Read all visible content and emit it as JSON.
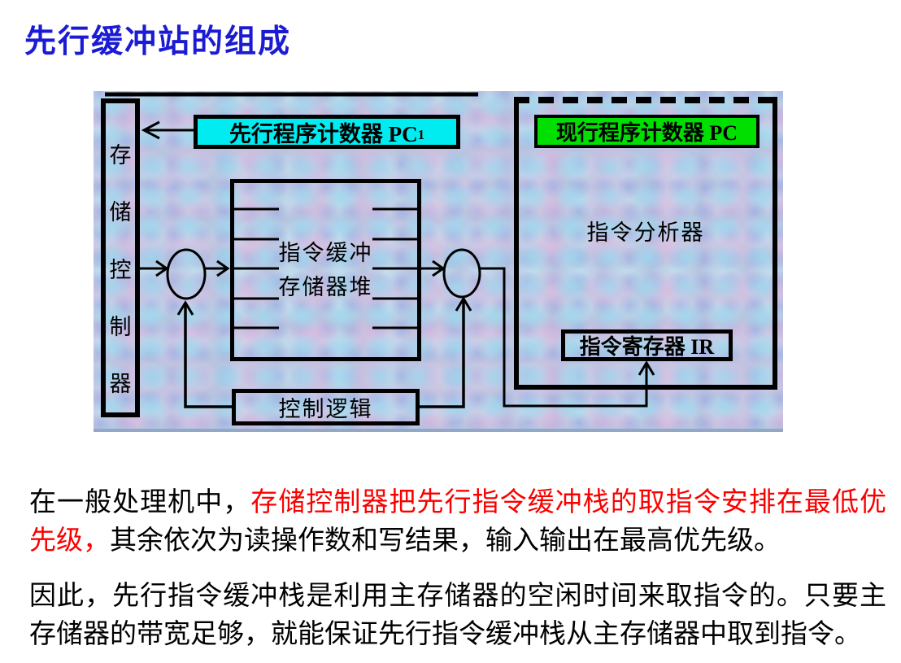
{
  "title": "先行缓冲站的组成",
  "diagram": {
    "storage_controller_chars": [
      "存",
      "储",
      "控",
      "制",
      "器"
    ],
    "lookahead_pc_label": "先行程序计数器 PC",
    "lookahead_pc_subscript": "1",
    "current_pc_label": "现行程序计数器 PC",
    "analyzer_label": "指令分析器",
    "buffer_line1": "指令缓冲",
    "buffer_line2": "存储器堆",
    "ir_label": "指令寄存器 IR",
    "control_logic_label": "控制逻辑",
    "colors": {
      "lookahead_pc_bg": "#00ecf0",
      "current_pc_bg": "#00df00",
      "line_color": "#000000",
      "canvas_tint": "#b7c3df"
    }
  },
  "paragraphs": {
    "p1_segment1": "在一般处理机中，",
    "p1_segment2_red": "存储控制器把先行指令缓冲栈的取指令安排在最低优先级，",
    "p1_segment3": "其余依次为读操作数和写结果，输入输出在最高优先级。",
    "p2": "因此，先行指令缓冲栈是利用主存储器的空闲时间来取指令的。只要主存储器的带宽足够，就能保证先行指令缓冲栈从主存储器中取到指令。"
  },
  "colors": {
    "title_color": "#1b1bd4",
    "highlight_red": "#fb0000",
    "body_color": "#000000"
  }
}
